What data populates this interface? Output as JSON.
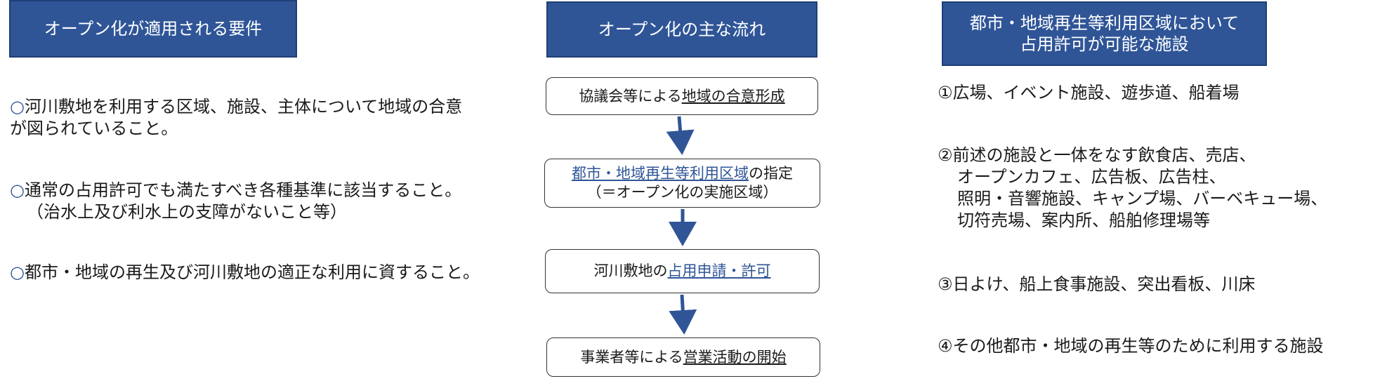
{
  "left": {
    "header": "オープン化が適用される要件",
    "requirements": [
      {
        "bullet": "○",
        "lines": [
          "河川敷地を利用する区域、施設、主体について地域の合意",
          "が図られていること。"
        ]
      },
      {
        "bullet": "○",
        "lines": [
          "通常の占用許可でも満たすべき各種基準に該当すること。",
          "（治水上及び利水上の支障がないこと等）"
        ]
      },
      {
        "bullet": "○",
        "lines": [
          "都市・地域の再生及び河川敷地の適正な利用に資すること。"
        ]
      }
    ]
  },
  "middle": {
    "header": "オープン化の主な流れ",
    "steps": [
      {
        "pre": "協議会等による",
        "key": "地域の合意形成",
        "post": ""
      },
      {
        "pre": "",
        "key": "都市・地域再生等利用区域",
        "post": "の指定",
        "line2": "（＝オープン化の実施区域）"
      },
      {
        "pre": "河川敷地の",
        "key": "占用申請・許可",
        "post": ""
      },
      {
        "pre": "事業者等による",
        "key": "営業活動の開始",
        "post": ""
      }
    ]
  },
  "right": {
    "header_line1": "都市・地域再生等利用区域において",
    "header_line2": "占用許可が可能な施設",
    "facilities": [
      {
        "lines": [
          "①広場、イベント施設、遊歩道、船着場"
        ]
      },
      {
        "lines": [
          "②前述の施設と一体をなす飲食店、売店、",
          "オープンカフェ、広告板、広告柱、",
          "照明・音響施設、キャンプ場、バーベキュー場、",
          "切符売場、案内所、船舶修理場等"
        ]
      },
      {
        "lines": [
          "③日よけ、船上食事施設、突出看板、川床"
        ]
      },
      {
        "lines": [
          "④その他都市・地域の再生等のために利用する施設"
        ]
      }
    ]
  },
  "colors": {
    "header_fill": "#2f5597",
    "arrow": "#2f5597",
    "link_text": "#2f5597"
  }
}
